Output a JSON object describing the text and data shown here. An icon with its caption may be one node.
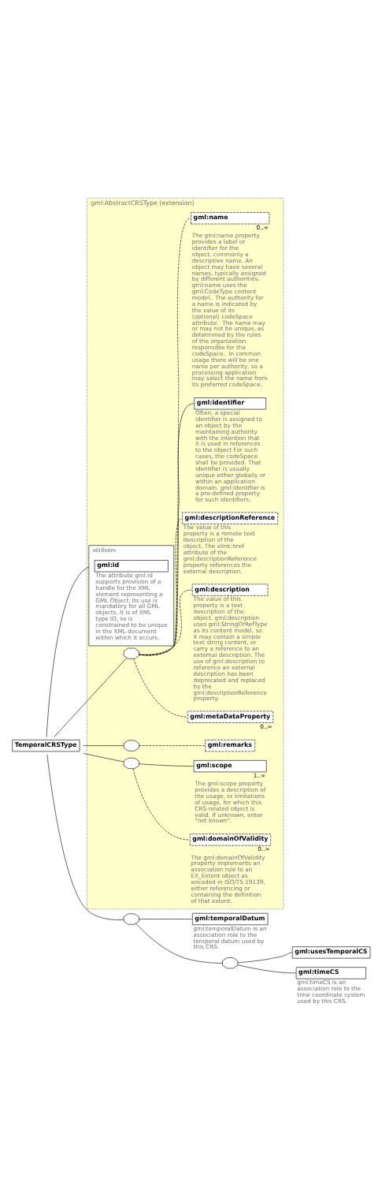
{
  "diagram": {
    "nodes": [
      {
        "text": [
          "TemporalCRSType"
        ]
      },
      {
        "text": [
          "gml:AbstractCRSType (extension)"
        ]
      },
      {
        "text": [
          "attributes"
        ],
        "in": 1
      },
      {
        "text": [
          "gml:id"
        ],
        "in": 2,
        "beside": [
          "The attribute gml:id supports provision of a handle for the XML element representing a GML Object. Its use is mandatory for all GML objects. It is of XML type ID, so is constrained to be unique in the XML document within which it occurs."
        ]
      },
      {
        "text": [],
        "shape": "octagon",
        "in": 1
      },
      {
        "text": [
          "gml:metaDataProperty"
        ],
        "in": 1,
        "beside": [
          "0..∞"
        ]
      },
      {
        "text": [
          "gml:description"
        ],
        "in": 1,
        "beside": [
          "The value of this property is a text description of the object. gml:description uses gml:StringOrRefType as its content model, so it may contain a simple text string content, or carry a reference to an external description. The use of gml:description to reference an external description has been deprecated and replaced by the gml:descriptionReference property."
        ]
      },
      {
        "text": [
          "gml:descriptionReference"
        ],
        "in": 1,
        "beside": [
          "The value of this property is a remote text description of the object. The xlink:href attribute of the gml:descriptionReference property references the external description."
        ]
      },
      {
        "text": [
          "gml:identifier"
        ],
        "in": 1,
        "beside": [
          "Often, a special identifier is assigned to an object by the maintaining authority with the intention that it is used in references to the object For such cases, the codeSpace shall be provided. That identifier is usually unique either globally or within an application domain. gml:identifier is a pre-defined property for such identifiers."
        ]
      },
      {
        "text": [
          "gml:name"
        ],
        "in": 1,
        "beside": [
          "0..∞",
          "The gml:name property provides a label or identifier for the object, commonly a descriptive name. An object may have several names, typically assigned by different authorities. gml:name uses the gml:CodeType content model.  The authority for a name is indicated by the value of its (optional) codeSpace attribute.  The name may or may not be unique, as determined by the rules of the organization responsible for the codeSpace.  In common usage there will be one name per authority, so a processing application may select the name from its preferred codeSpace."
        ]
      },
      {
        "text": [],
        "shape": "octagon",
        "in": 1
      },
      {
        "text": [
          "gml:remarks"
        ],
        "in": 1
      },
      {
        "text": [],
        "shape": "octagon",
        "in": 1
      },
      {
        "text": [
          "gml:domainOfValidity"
        ],
        "in": 1,
        "beside": [
          "0..∞",
          "The gml:domainOfValidity property implements an association role to an EX_Extent object as encoded in ISO/TS 19139, either referencing or containing the definition of that extent."
        ]
      },
      {
        "text": [
          "gml:scope"
        ],
        "in": 1,
        "beside": [
          "1..∞",
          "The gml:scope property provides a description of the usage, or limitations of usage, for which this CRS-related object is valid. If unknown, enter \"not known\"."
        ]
      },
      {
        "text": [],
        "shape": "octagon"
      },
      {
        "text": [],
        "shape": "octagon"
      },
      {
        "text": [
          "gml:timeCS"
        ],
        "beside": [
          "gml:timeCS is an association role to the time coordinate system used by this CRS."
        ]
      },
      {
        "text": [
          "gml:usesTemporalCS"
        ]
      },
      {
        "text": [
          "gml:temporalDatum"
        ],
        "beside": [
          "gml:temporalDatum is an association role to the temporal datum used by this CRS."
        ]
      }
    ],
    "edges": [
      {
        "from": 0,
        "to": 2,
        "arrow": "none"
      },
      {
        "from": 0,
        "to": 4,
        "arrow": "none"
      },
      {
        "from": 0,
        "to": 10,
        "arrow": "none"
      },
      {
        "from": 0,
        "to": 12,
        "arrow": "none"
      },
      {
        "from": 0,
        "to": 15,
        "arrow": "none"
      },
      {
        "from": 4,
        "to": 5,
        "arrow": "none",
        "style": "dashed"
      },
      {
        "from": 4,
        "to": 6,
        "arrow": "none",
        "style": "dashed"
      },
      {
        "from": 4,
        "to": 7,
        "arrow": "none",
        "style": "dashed"
      },
      {
        "from": 4,
        "to": 8,
        "arrow": "none"
      },
      {
        "from": 4,
        "to": 9,
        "arrow": "none",
        "style": "dashed"
      },
      {
        "from": 10,
        "to": 11,
        "arrow": "none",
        "style": "dashed"
      },
      {
        "from": 12,
        "to": 13,
        "arrow": "none",
        "style": "dashed"
      },
      {
        "from": 12,
        "to": 14,
        "arrow": "none"
      },
      {
        "from": 15,
        "to": 16,
        "arrow": "none"
      },
      {
        "from": 15,
        "to": 19,
        "arrow": "none"
      },
      {
        "from": 16,
        "to": 17,
        "arrow": "none"
      },
      {
        "from": 16,
        "to": 18,
        "arrow": "none"
      }
    ]
  }
}
